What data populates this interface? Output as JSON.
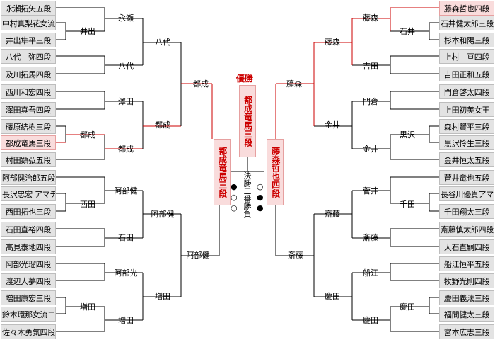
{
  "champion_label": "優勝",
  "champion": "都成竜馬三段",
  "final_left": "都成竜馬三段",
  "final_right": "藤森哲也四段",
  "final_caption": "決勝三番勝負",
  "final_results": {
    "left": [
      "●",
      "○",
      "○"
    ],
    "right": [
      "○",
      "●",
      "●"
    ]
  },
  "left_players": [
    "永瀬拓矢五段",
    "中村真梨花女流二段",
    "井出隼平三段",
    "八代　弥四段",
    "及川拓馬四段",
    "西川和宏四段",
    "澤田真吾四段",
    "藤原結樹三段",
    "都成竜馬三段",
    "村田顕弘五段",
    "阿部健治郎五段",
    "長沢忠宏 アマチュア",
    "西田拓也三段",
    "石田直裕四段",
    "高見泰地四段",
    "阿部光瑠四段",
    "渡辺大夢四段",
    "増田康宏三段",
    "鈴木環那女流二段",
    "佐々木勇気四段"
  ],
  "right_players": [
    "藤森哲也四段",
    "石井健太郎三段",
    "杉本和陽三段",
    "上村　亘四段",
    "吉田正和五段",
    "門倉啓太四段",
    "上田初美女王",
    "森村賢平三段",
    "黒沢怜生三段",
    "金井恒太五段",
    "菅井竜也五段",
    "長谷川優貴アマチュア",
    "千田翔太三段",
    "斎藤慎太郎四段",
    "大石直嗣四段",
    "船江恒平五段",
    "牧野光則四段",
    "慶田義法三段",
    "福間健太三段",
    "宮本広志三段"
  ],
  "left_winners": {
    "r1": [
      "井出",
      "都成",
      "西田",
      "増田"
    ],
    "r2": [
      "永瀬",
      "八代",
      "澤田",
      "都成",
      "阿部健",
      "石田",
      "阿部光",
      "増田"
    ],
    "r3": [
      "八代",
      "都成",
      "阿部健",
      "増田"
    ],
    "r4": [
      "都成",
      "阿部健"
    ]
  },
  "right_winners": {
    "r1": [
      "石井",
      "黒沢",
      "千田",
      "慶田"
    ],
    "r2": [
      "藤森",
      "吉田",
      "門倉",
      "金井",
      "菅井",
      "斎藤",
      "船江",
      "慶田"
    ],
    "r3": [
      "藤森",
      "金井",
      "斎藤",
      "慶田"
    ],
    "r4": [
      "藤森",
      "斎藤"
    ]
  }
}
